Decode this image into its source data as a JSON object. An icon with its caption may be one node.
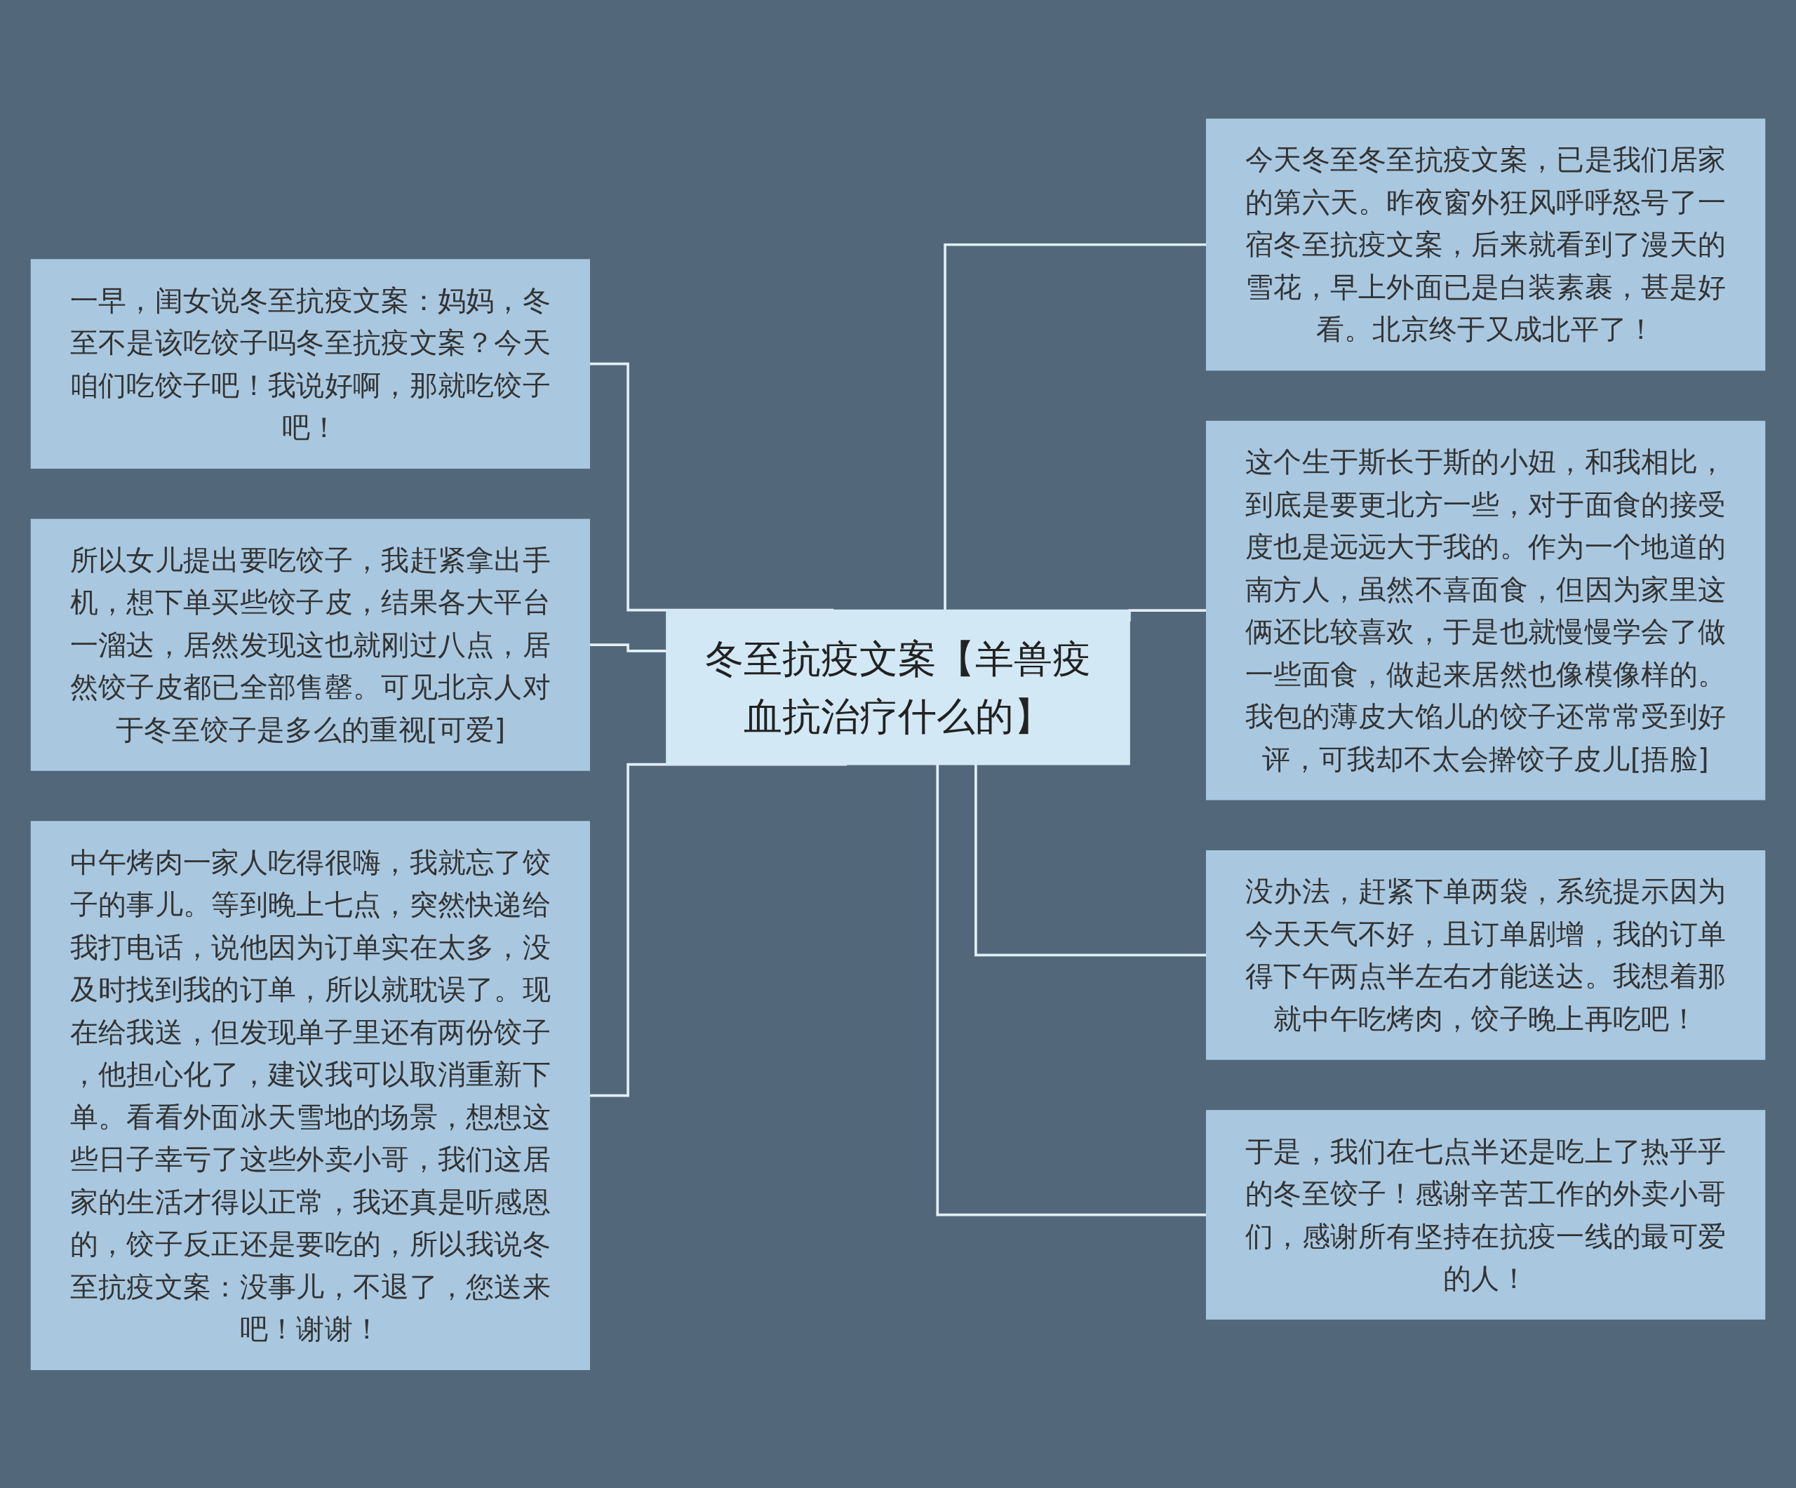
{
  "diagram": {
    "nodes": [
      {
        "text": [
          "冬至抗疫文案【羊兽疫血抗治疗什么的】"
        ]
      },
      {
        "text": [
          "一早，闺女说冬至抗疫文案：妈妈，冬至不是该吃饺子吗冬至抗疫文案？今天咱们吃饺子吧！我说好啊，那就吃饺子吧！"
        ]
      },
      {
        "text": [
          "所以女儿提出要吃饺子，我赶紧拿出手机，想下单买些饺子皮，结果各大平台一溜达，居然发现这也就刚过八点，居然饺子皮都已全部售罄。可见北京人对于冬至饺子是多么的重视[可爱]"
        ]
      },
      {
        "text": [
          "中午烤肉一家人吃得很嗨，我就忘了饺子的事儿。等到晚上七点，突然快递给我打电话，说他因为订单实在太多，没及时找到我的订单，所以就耽误了。现在给我送，但发现单子里还有两份饺子，他担心化了，建议我可以取消重新下单。看看外面冰天雪地的场景，想想这些日子幸亏了这些外卖小哥，我们这居家的生活才得以正常，我还真是听感恩的，饺子反正还是要吃的，所以我说冬至抗疫文案：没事儿，不退了，您送来吧！谢谢！"
        ]
      },
      {
        "text": [
          "今天冬至冬至抗疫文案，已是我们居家的第六天。昨夜窗外狂风呼呼怒号了一宿冬至抗疫文案，后来就看到了漫天的雪花，早上外面已是白装素裹，甚是好看。北京终于又成北平了！"
        ]
      },
      {
        "text": [
          "这个生于斯长于斯的小妞，和我相比，到底是要更北方一些，对于面食的接受度也是远远大于我的。作为一个地道的南方人，虽然不喜面食，但因为家里这俩还比较喜欢，于是也就慢慢学会了做一些面食，做起来居然也像模像样的。我包的薄皮大馅儿的饺子还常常受到好评，可我却不太会擀饺子皮儿[捂脸]"
        ]
      },
      {
        "text": [
          "没办法，赶紧下单两袋，系统提示因为今天天气不好，且订单剧增，我的订单得下午两点半左右才能送达。我想着那就中午吃烤肉，饺子晚上再吃吧！"
        ]
      },
      {
        "text": [
          "于是，我们在七点半还是吃上了热乎乎的冬至饺子！感谢辛苦工作的外卖小哥们，感谢所有坚持在抗疫一线的最可爱的人！"
        ]
      }
    ],
    "edges": [
      {
        "from": 0,
        "to": 1,
        "arrow": "none"
      },
      {
        "from": 0,
        "to": 2,
        "arrow": "none"
      },
      {
        "from": 0,
        "to": 3,
        "arrow": "none"
      },
      {
        "from": 0,
        "to": 4,
        "arrow": "none"
      },
      {
        "from": 0,
        "to": 5,
        "arrow": "none"
      },
      {
        "from": 0,
        "to": 6,
        "arrow": "none"
      },
      {
        "from": 0,
        "to": 7,
        "arrow": "none"
      }
    ]
  }
}
